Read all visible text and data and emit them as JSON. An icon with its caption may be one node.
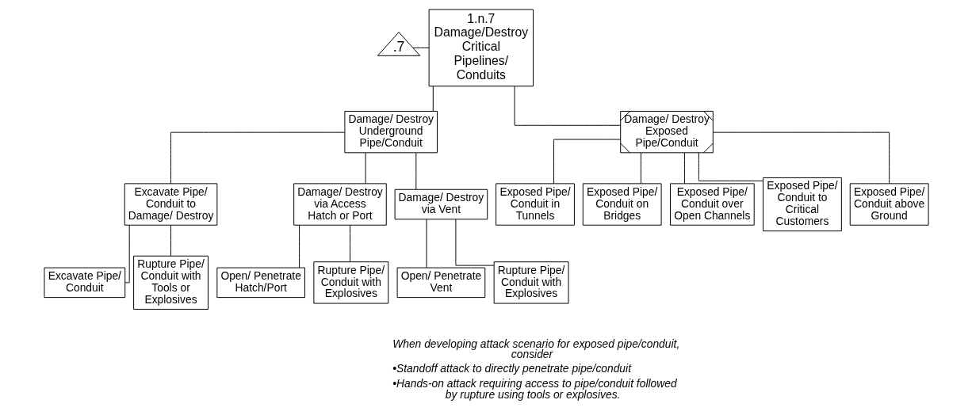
{
  "diagram": {
    "nodes": [
      {
        "text": [
          "1.n.7",
          "Damage/Destroy Critical Pipelines/ Conduits"
        ]
      },
      {
        "text": [
          ".7"
        ]
      },
      {
        "text": [
          "Damage/ Destroy Underground Pipe/Conduit"
        ]
      },
      {
        "text": [
          "Damage/ Destroy Exposed Pipe/Conduit"
        ]
      },
      {
        "text": [
          "Excavate Pipe/ Conduit to Damage/ Destroy"
        ]
      },
      {
        "text": [
          "Damage/ Destroy via Access Hatch or Port"
        ]
      },
      {
        "text": [
          "Damage/ Destroy via Vent"
        ]
      },
      {
        "text": [
          "Exposed Pipe/ Conduit in Tunnels"
        ]
      },
      {
        "text": [
          "Exposed Pipe/ Conduit on Bridges"
        ]
      },
      {
        "text": [
          "Exposed Pipe/ Conduit over Open Channels"
        ]
      },
      {
        "text": [
          "Exposed Pipe/ Conduit to Critical Customers"
        ]
      },
      {
        "text": [
          "Exposed Pipe/ Conduit above Ground"
        ]
      },
      {
        "text": [
          "Excavate Pipe/ Conduit"
        ]
      },
      {
        "text": [
          "Rupture Pipe/ Conduit with Tools or Explosives"
        ]
      },
      {
        "text": [
          "Open/ Penetrate Hatch/Port"
        ]
      },
      {
        "text": [
          "Rupture Pipe/ Conduit with Explosives"
        ]
      },
      {
        "text": [
          "Open/ Penetrate Vent"
        ]
      },
      {
        "text": [
          "Rupture Pipe/ Conduit with Explosives"
        ]
      }
    ],
    "edges": [
      {
        "from": 1,
        "to": 0,
        "arrow": "none"
      },
      {
        "from": 0,
        "to": 2,
        "arrow": "none"
      },
      {
        "from": 0,
        "to": 3,
        "arrow": "none"
      },
      {
        "from": 2,
        "to": 4,
        "arrow": "none"
      },
      {
        "from": 2,
        "to": 5,
        "arrow": "none"
      },
      {
        "from": 2,
        "to": 6,
        "arrow": "none"
      },
      {
        "from": 3,
        "to": 7,
        "arrow": "none"
      },
      {
        "from": 3,
        "to": 8,
        "arrow": "none"
      },
      {
        "from": 3,
        "to": 9,
        "arrow": "none"
      },
      {
        "from": 3,
        "to": 10,
        "arrow": "none"
      },
      {
        "from": 3,
        "to": 11,
        "arrow": "none"
      },
      {
        "from": 4,
        "to": 12,
        "arrow": "none"
      },
      {
        "from": 4,
        "to": 13,
        "arrow": "none"
      },
      {
        "from": 5,
        "to": 14,
        "arrow": "none"
      },
      {
        "from": 5,
        "to": 15,
        "arrow": "none"
      },
      {
        "from": 6,
        "to": 16,
        "arrow": "none"
      },
      {
        "from": 6,
        "to": 17,
        "arrow": "none"
      }
    ],
    "labels": [
      "When developing attack scenario for exposed pipe/conduit, consider",
      "•Standoff attack to directly penetrate pipe/conduit",
      "•Hands-on attack requiring access to pipe/conduit followed by rupture using tools or explosives."
    ]
  }
}
